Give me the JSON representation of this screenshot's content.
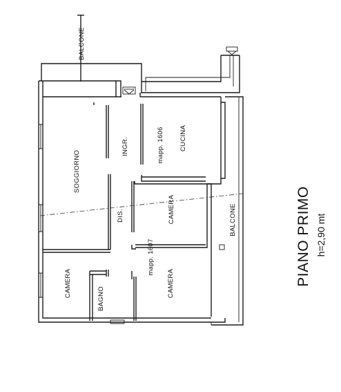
{
  "rooms": {
    "balcone_top": "BALCONE",
    "soggiorno": "SOGGIORNO",
    "ingresso": "INGR.",
    "mappale_1606": "mapp. 1606",
    "cucina": "CUCINA",
    "disimpegno": "DIS.",
    "camera_center": "CAMERA",
    "balcone_right": "BALCONE",
    "mappale_1607": "mapp. 1607",
    "camera_left": "CAMERA",
    "bagno": "BAGNO",
    "camera_bottom": "CAMERA"
  },
  "title": {
    "floor": "PIANO PRIMO",
    "height": "h=2,90 mt"
  }
}
